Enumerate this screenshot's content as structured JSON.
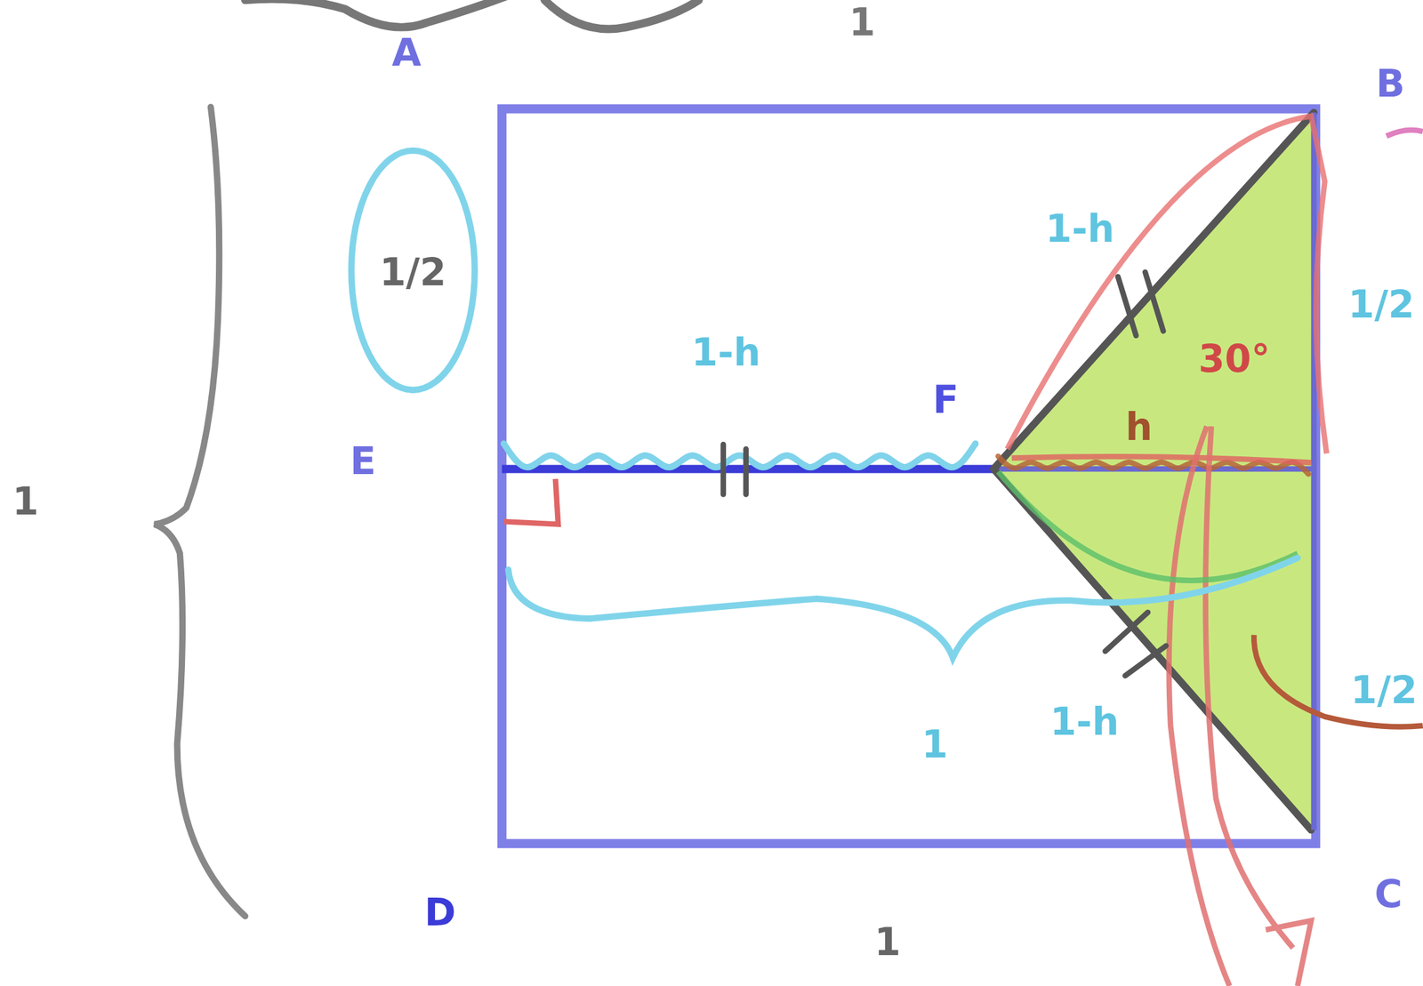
{
  "diagram": {
    "labels": [
      "1",
      "A",
      "B",
      "C",
      "D",
      "E",
      "F",
      "1/2",
      "1",
      "1",
      "1-h",
      "1-h",
      "1-h",
      "1",
      "1/2",
      "1/2",
      "30°",
      "h"
    ]
  }
}
